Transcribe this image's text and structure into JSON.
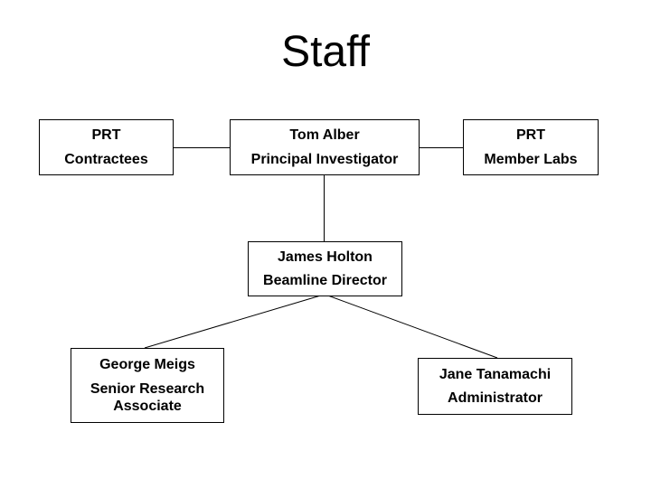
{
  "slide": {
    "title": "Staff",
    "background_color": "#ffffff",
    "text_color": "#000000",
    "box_border_color": "#000000",
    "connector_color": "#000000"
  },
  "org_chart": {
    "nodes": [
      {
        "id": "prt-contractees",
        "line1": "PRT",
        "line2": "Contractees"
      },
      {
        "id": "principal-investigator",
        "line1": "Tom Alber",
        "line2": "Principal Investigator"
      },
      {
        "id": "prt-member-labs",
        "line1": "PRT",
        "line2": "Member Labs"
      },
      {
        "id": "beamline-director",
        "line1": "James Holton",
        "line2": "Beamline Director"
      },
      {
        "id": "senior-research-associate",
        "line1": "George Meigs",
        "line2": "Senior Research Associate"
      },
      {
        "id": "administrator",
        "line1": "Jane Tanamachi",
        "line2": "Administrator"
      }
    ],
    "edges": [
      {
        "from": "prt-contractees",
        "to": "principal-investigator"
      },
      {
        "from": "prt-member-labs",
        "to": "principal-investigator"
      },
      {
        "from": "principal-investigator",
        "to": "beamline-director"
      },
      {
        "from": "beamline-director",
        "to": "senior-research-associate"
      },
      {
        "from": "beamline-director",
        "to": "administrator"
      }
    ]
  }
}
